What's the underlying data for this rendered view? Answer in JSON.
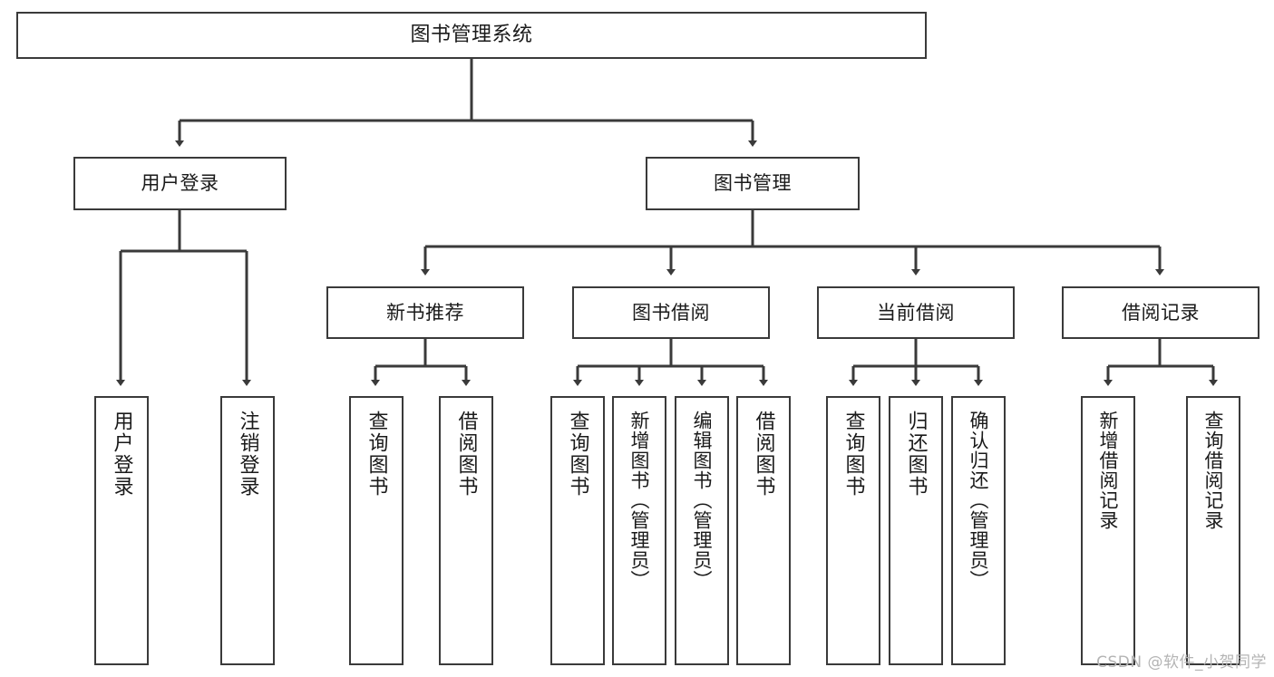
{
  "diagram": {
    "title": "图书管理系统",
    "type": "hierarchy-tree",
    "watermark": "CSDN @软件_小贺同学",
    "colors": {
      "box_border": "#3a3a3a",
      "box_fill": "#ffffff",
      "edge": "#3a3a3a",
      "text": "#1a1a1a",
      "watermark": "#b4b4b4",
      "background": "#ffffff"
    },
    "levels": [
      {
        "level": 1,
        "nodes": [
          {
            "id": "root",
            "label": "图书管理系统",
            "orientation": "horizontal"
          }
        ]
      },
      {
        "level": 2,
        "nodes": [
          {
            "id": "login",
            "label": "用户登录",
            "orientation": "horizontal",
            "parent": "root"
          },
          {
            "id": "bookmgmt",
            "label": "图书管理",
            "orientation": "horizontal",
            "parent": "root"
          }
        ]
      },
      {
        "level": 3,
        "nodes": [
          {
            "id": "newbook",
            "label": "新书推荐",
            "orientation": "horizontal",
            "parent": "bookmgmt"
          },
          {
            "id": "borrow",
            "label": "图书借阅",
            "orientation": "horizontal",
            "parent": "bookmgmt"
          },
          {
            "id": "current",
            "label": "当前借阅",
            "orientation": "horizontal",
            "parent": "bookmgmt"
          },
          {
            "id": "records",
            "label": "借阅记录",
            "orientation": "horizontal",
            "parent": "bookmgmt"
          }
        ]
      },
      {
        "level": 4,
        "nodes": [
          {
            "id": "leaf1",
            "label": "用户登录",
            "orientation": "vertical",
            "parent": "login"
          },
          {
            "id": "leaf2",
            "label": "注销登录",
            "orientation": "vertical",
            "parent": "login"
          },
          {
            "id": "leaf3",
            "label": "查询图书",
            "orientation": "vertical",
            "parent": "newbook"
          },
          {
            "id": "leaf4",
            "label": "借阅图书",
            "orientation": "vertical",
            "parent": "newbook"
          },
          {
            "id": "leaf5",
            "label": "查询图书",
            "orientation": "vertical",
            "parent": "borrow"
          },
          {
            "id": "leaf6",
            "label": "新增图书（管理员）",
            "orientation": "vertical",
            "parent": "borrow"
          },
          {
            "id": "leaf7",
            "label": "编辑图书（管理员）",
            "orientation": "vertical",
            "parent": "borrow"
          },
          {
            "id": "leaf8",
            "label": "借阅图书",
            "orientation": "vertical",
            "parent": "borrow"
          },
          {
            "id": "leaf9",
            "label": "查询图书",
            "orientation": "vertical",
            "parent": "current"
          },
          {
            "id": "leaf10",
            "label": "归还图书",
            "orientation": "vertical",
            "parent": "current"
          },
          {
            "id": "leaf11",
            "label": "确认归还（管理员）",
            "orientation": "vertical",
            "parent": "current"
          },
          {
            "id": "leaf12",
            "label": "新增借阅记录",
            "orientation": "vertical",
            "parent": "records"
          },
          {
            "id": "leaf13",
            "label": "查询借阅记录",
            "orientation": "vertical",
            "parent": "records"
          }
        ]
      }
    ]
  }
}
